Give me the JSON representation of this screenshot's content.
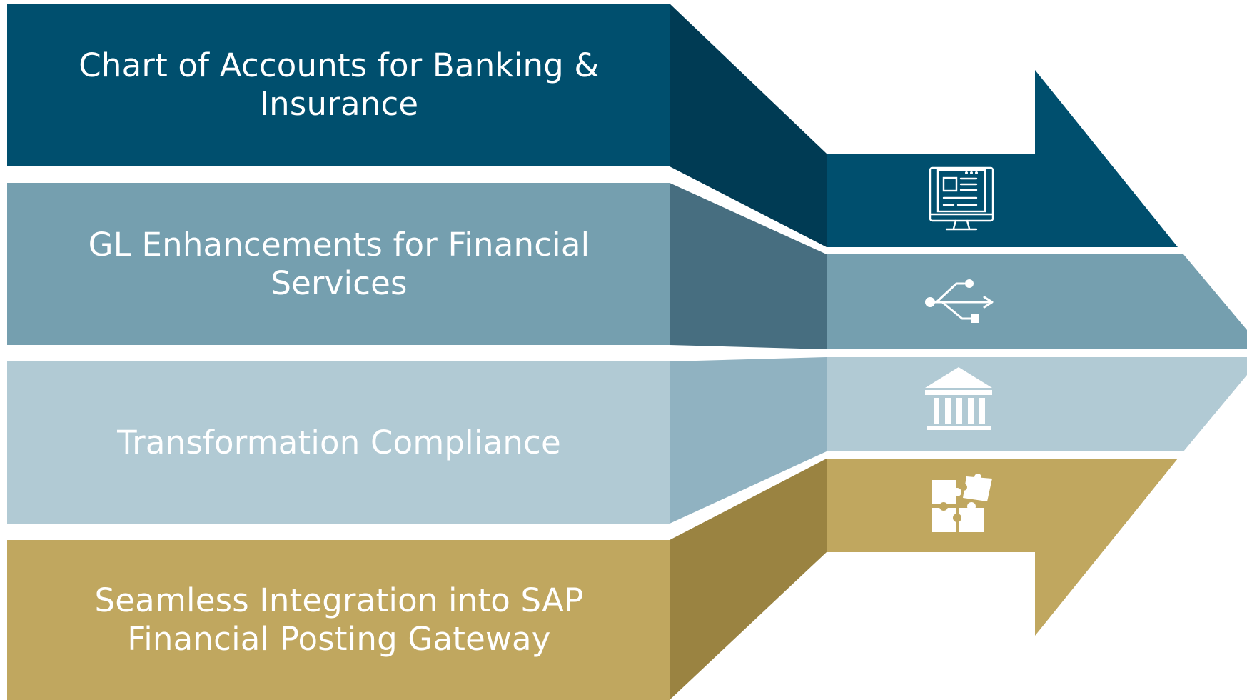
{
  "bands": [
    {
      "id": "banking-insurance",
      "label": "Chart of Accounts for Banking & Insurance",
      "icon": "monitor-document-icon",
      "color": "#004f6e"
    },
    {
      "id": "gl-enhancements",
      "label": "GL Enhancements for Financial Services",
      "icon": "usb-icon",
      "color": "#759faf"
    },
    {
      "id": "transformation-compliance",
      "label": "Transformation Compliance",
      "icon": "bank-building-icon",
      "color": "#b1cad4"
    },
    {
      "id": "sap-integration",
      "label": "Seamless Integration into SAP Financial Posting Gateway",
      "icon": "puzzle-pieces-icon",
      "color": "#c0a75f"
    }
  ],
  "colors": {
    "navy": "#004f6e",
    "navy_shade": "#003b54",
    "steel": "#759faf",
    "steel_shade": "#476e80",
    "mist": "#b1cad4",
    "mist_shade": "#90b2c1",
    "gold": "#c0a75f",
    "gold_shade": "#9a8341",
    "icon": "#ffffff"
  }
}
